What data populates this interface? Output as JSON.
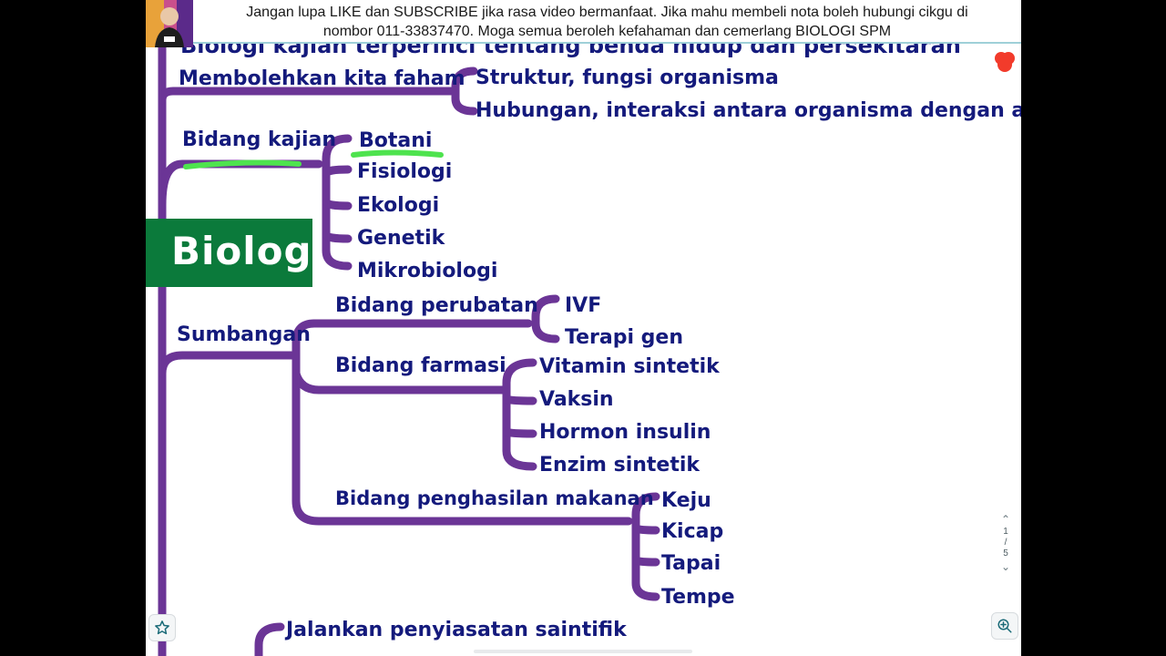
{
  "banner": {
    "line1": "Jangan lupa LIKE dan SUBSCRIBE jika rasa video bermanfaat. Jika mahu membeli nota boleh hubungi cikgu di",
    "line2": "nombor 011-33837470. Moga semua beroleh kefahaman dan cemerlang BIOLOGI SPM"
  },
  "mindmap": {
    "title": "Biologi",
    "top_partial": "Biologi kajian terperinci tentang benda hidup dan persekitaran",
    "branch_faham": {
      "label": "Membolehkan kita faham",
      "items": [
        "Struktur, fungsi organisma",
        "Hubungan, interaksi antara organisma dengan alam"
      ]
    },
    "branch_kajian": {
      "label": "Bidang kajian",
      "items": [
        "Botani",
        "Fisiologi",
        "Ekologi",
        "Genetik",
        "Mikrobiologi"
      ]
    },
    "branch_sumbangan": {
      "label": "Sumbangan",
      "perubatan": {
        "label": "Bidang perubatan",
        "items": [
          "IVF",
          "Terapi gen"
        ]
      },
      "farmasi": {
        "label": "Bidang farmasi",
        "items": [
          "Vitamin sintetik",
          "Vaksin",
          "Hormon insulin",
          "Enzim sintetik"
        ]
      },
      "makanan": {
        "label": "Bidang penghasilan makanan",
        "items": [
          "Keju",
          "Kicap",
          "Tapai",
          "Tempe"
        ]
      }
    },
    "bottom": "Jalankan penyiasatan saintifik"
  },
  "pager": {
    "current": "1",
    "separator": "/",
    "total": "5"
  },
  "icons": {
    "bookmark": "star-outline-icon",
    "zoom": "zoom-in-icon",
    "up": "chevron-up-icon",
    "down": "chevron-down-icon"
  },
  "colors": {
    "branch": "#6b3596",
    "ink": "#141a7c",
    "highlight": "#4ee34e",
    "card": "#0b7a3b",
    "marker": "#f23b2b"
  }
}
